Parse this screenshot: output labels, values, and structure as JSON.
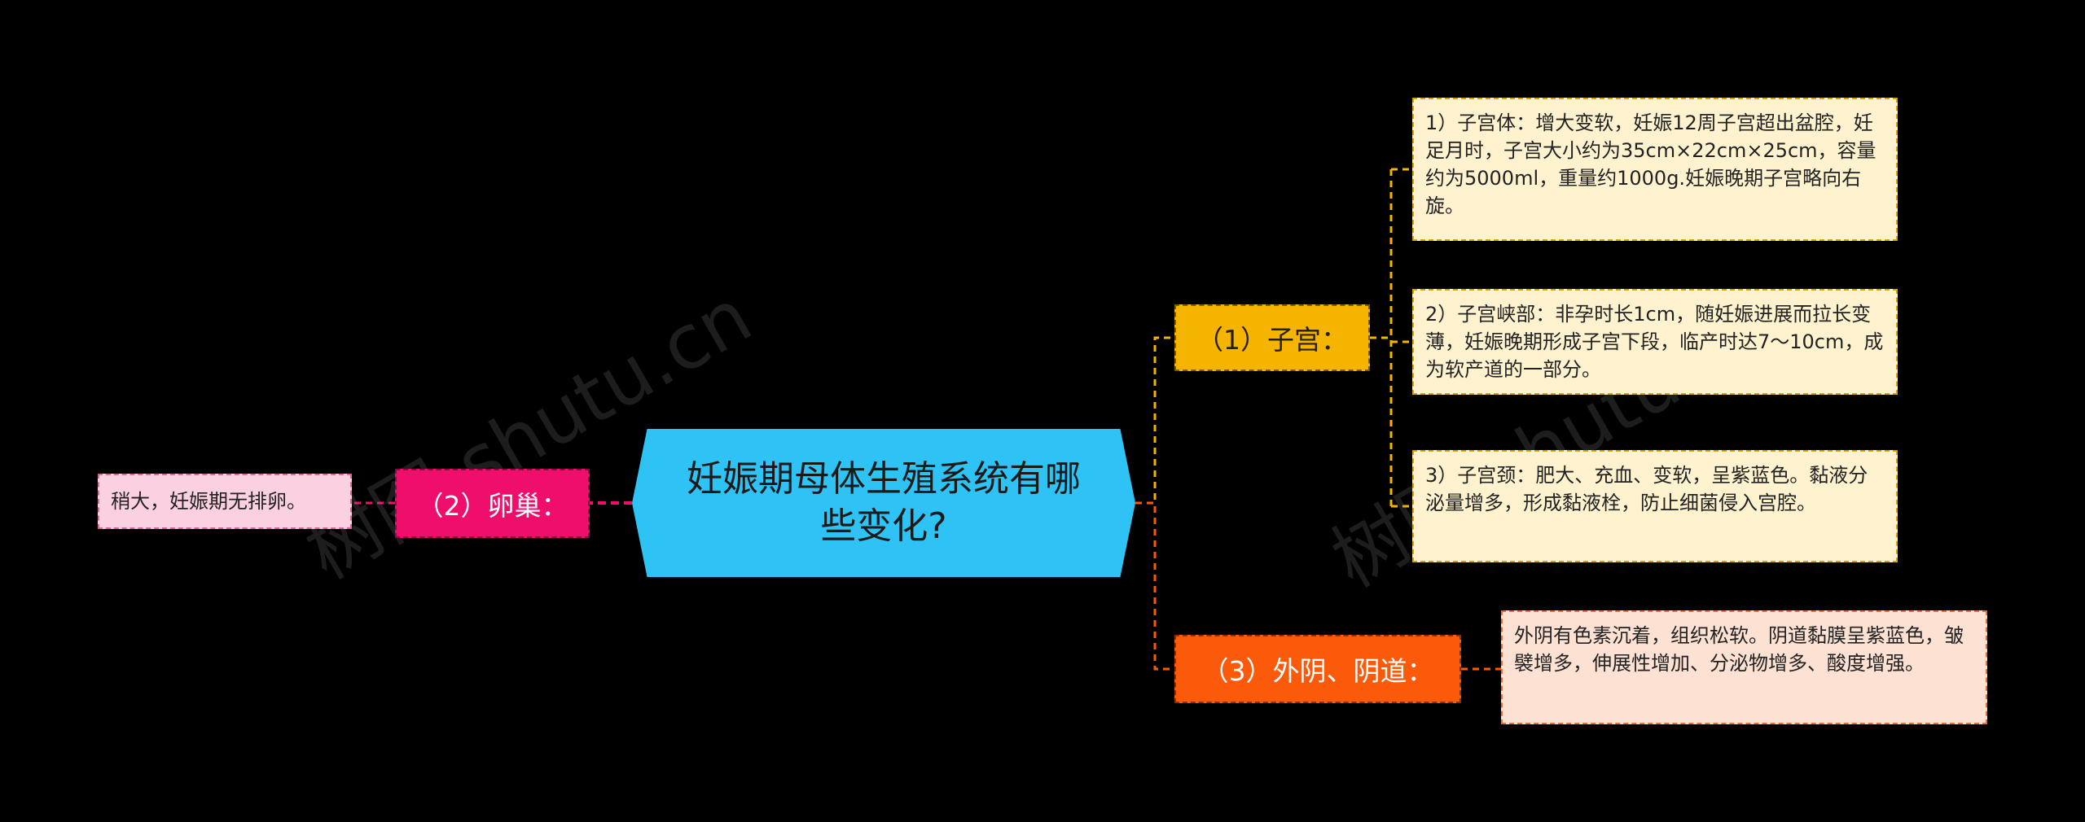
{
  "root": {
    "title": "妊娠期母体生殖系统有哪些变化?"
  },
  "branches": {
    "uterus": {
      "label": "（1）子宫："
    },
    "ovary": {
      "label": "（2）卵巢："
    },
    "vulva": {
      "label": "（3）外阴、阴道："
    }
  },
  "leaves": {
    "uterus_body": "1）子宫体：增大变软，妊娠12周子宫超出盆腔，妊足月时，子宫大小约为35cm×22cm×25cm，容量约为5000ml，重量约1000g.妊娠晚期子宫略向右旋。",
    "uterus_isthmus": "2）子宫峡部：非孕时长1cm，随妊娠进展而拉长变薄，妊娠晚期形成子宫下段，临产时达7～10cm，成为软产道的一部分。",
    "uterus_cervix": "3）子宫颈：肥大、充血、变软，呈紫蓝色。黏液分泌量增多，形成黏液栓，防止细菌侵入宫腔。",
    "vulva_detail": "外阴有色素沉着，组织松软。阴道黏膜呈紫蓝色，皱襞增多，伸展性增加、分泌物增多、酸度增强。",
    "ovary_detail": "稍大，妊娠期无排卵。"
  },
  "watermark": {
    "text": "树图 shutu.cn"
  },
  "colors": {
    "background": "#000000",
    "root": "#2ec3f4",
    "uterus": "#f4b400",
    "ovary": "#ef0e6b",
    "vulva": "#fa5a0a"
  }
}
